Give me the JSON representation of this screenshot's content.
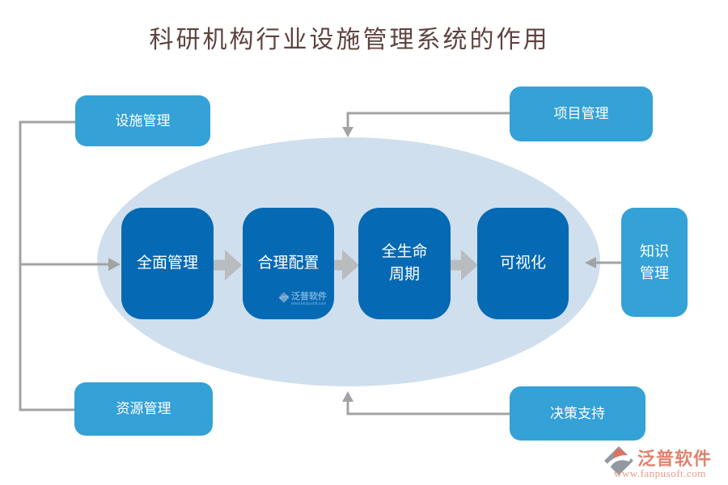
{
  "title": "科研机构行业设施管理系统的作用",
  "steps": [
    {
      "label": "全面管理"
    },
    {
      "label": "合理配置"
    },
    {
      "label": "全生命\n周期"
    },
    {
      "label": "可视化"
    }
  ],
  "outer_nodes": {
    "facility": {
      "label": "设施管理"
    },
    "project": {
      "label": "项目管理"
    },
    "resource": {
      "label": "资源管理"
    },
    "decision": {
      "label": "决策支持"
    },
    "knowledge": {
      "label": "知识\n管理"
    }
  },
  "watermark": {
    "name": "泛普软件",
    "url": "www.fanpusoft.com"
  },
  "brand": {
    "name": "泛普软件",
    "url": "www.fanpusoft.com"
  },
  "colors": {
    "step_box": "#0669b4",
    "outer_box": "#34a1d7",
    "ellipse_fill": "#cfdfee",
    "connector": "#a3a3a3",
    "block_arrow": "#b9bcbf",
    "title_text": "#5e433e",
    "brand_text": "#e0836f",
    "brand_url": "#e89c8c",
    "box_text": "#ffffff"
  }
}
